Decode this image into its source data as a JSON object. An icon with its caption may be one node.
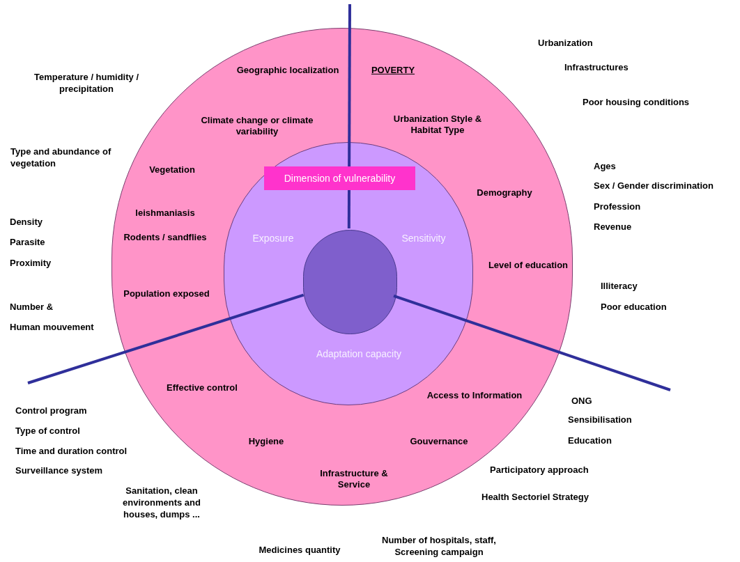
{
  "diagram": {
    "nodes": [
      {
        "text": [
          "Geographic localization",
          "POVERTY",
          "Climate change or climate variability",
          "Urbanization Style & Habitat Type",
          "Vegetation",
          "Demography",
          "leishmaniasis",
          "Rodents / sandflies",
          "Level of education",
          "Population exposed",
          "Effective control",
          "Access to Information",
          "Hygiene",
          "Gouvernance",
          "Infrastructure & Service"
        ]
      },
      {
        "text": [
          "Exposure",
          "Sensitivity",
          "Adaptation capacity"
        ],
        "in": 0
      },
      {
        "text": [
          "Dimension of vulnerability"
        ],
        "in": 1
      },
      {
        "text": [],
        "shape": "circle",
        "in": 1
      }
    ],
    "edges": [
      {
        "from": 3,
        "to": null,
        "arrow": "none"
      },
      {
        "from": 3,
        "to": null,
        "arrow": "none"
      },
      {
        "from": 3,
        "to": null,
        "arrow": "none"
      }
    ],
    "labels": [
      "Urbanization",
      "Infrastructures",
      "Temperature / humidity / precipitation",
      "Poor housing conditions",
      "Type and abundance of vegetation",
      "Ages",
      "Sex / Gender discrimination",
      "Profession",
      "Density",
      "Revenue",
      "Parasite",
      "Proximity",
      "Illiteracy",
      "Number &",
      "Poor education",
      "Human mouvement",
      "Control program",
      "ONG",
      "Type of control",
      "Sensibilisation",
      "Time and duration control",
      "Education",
      "Surveillance system",
      "Participatory approach",
      "Health Sectoriel Strategy",
      "Sanitation, clean environments and houses, dumps ...",
      "Medicines quantity",
      "Number of hospitals, staff, Screening campaign"
    ]
  }
}
